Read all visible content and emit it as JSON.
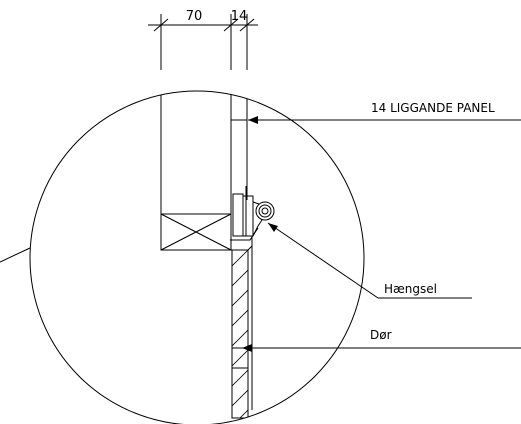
{
  "dimensions": {
    "width_label": "70",
    "gap_label": "14"
  },
  "labels": {
    "panel": "14 LIGGANDE PANEL",
    "hinge": "Hængsel",
    "door": "Dør"
  }
}
